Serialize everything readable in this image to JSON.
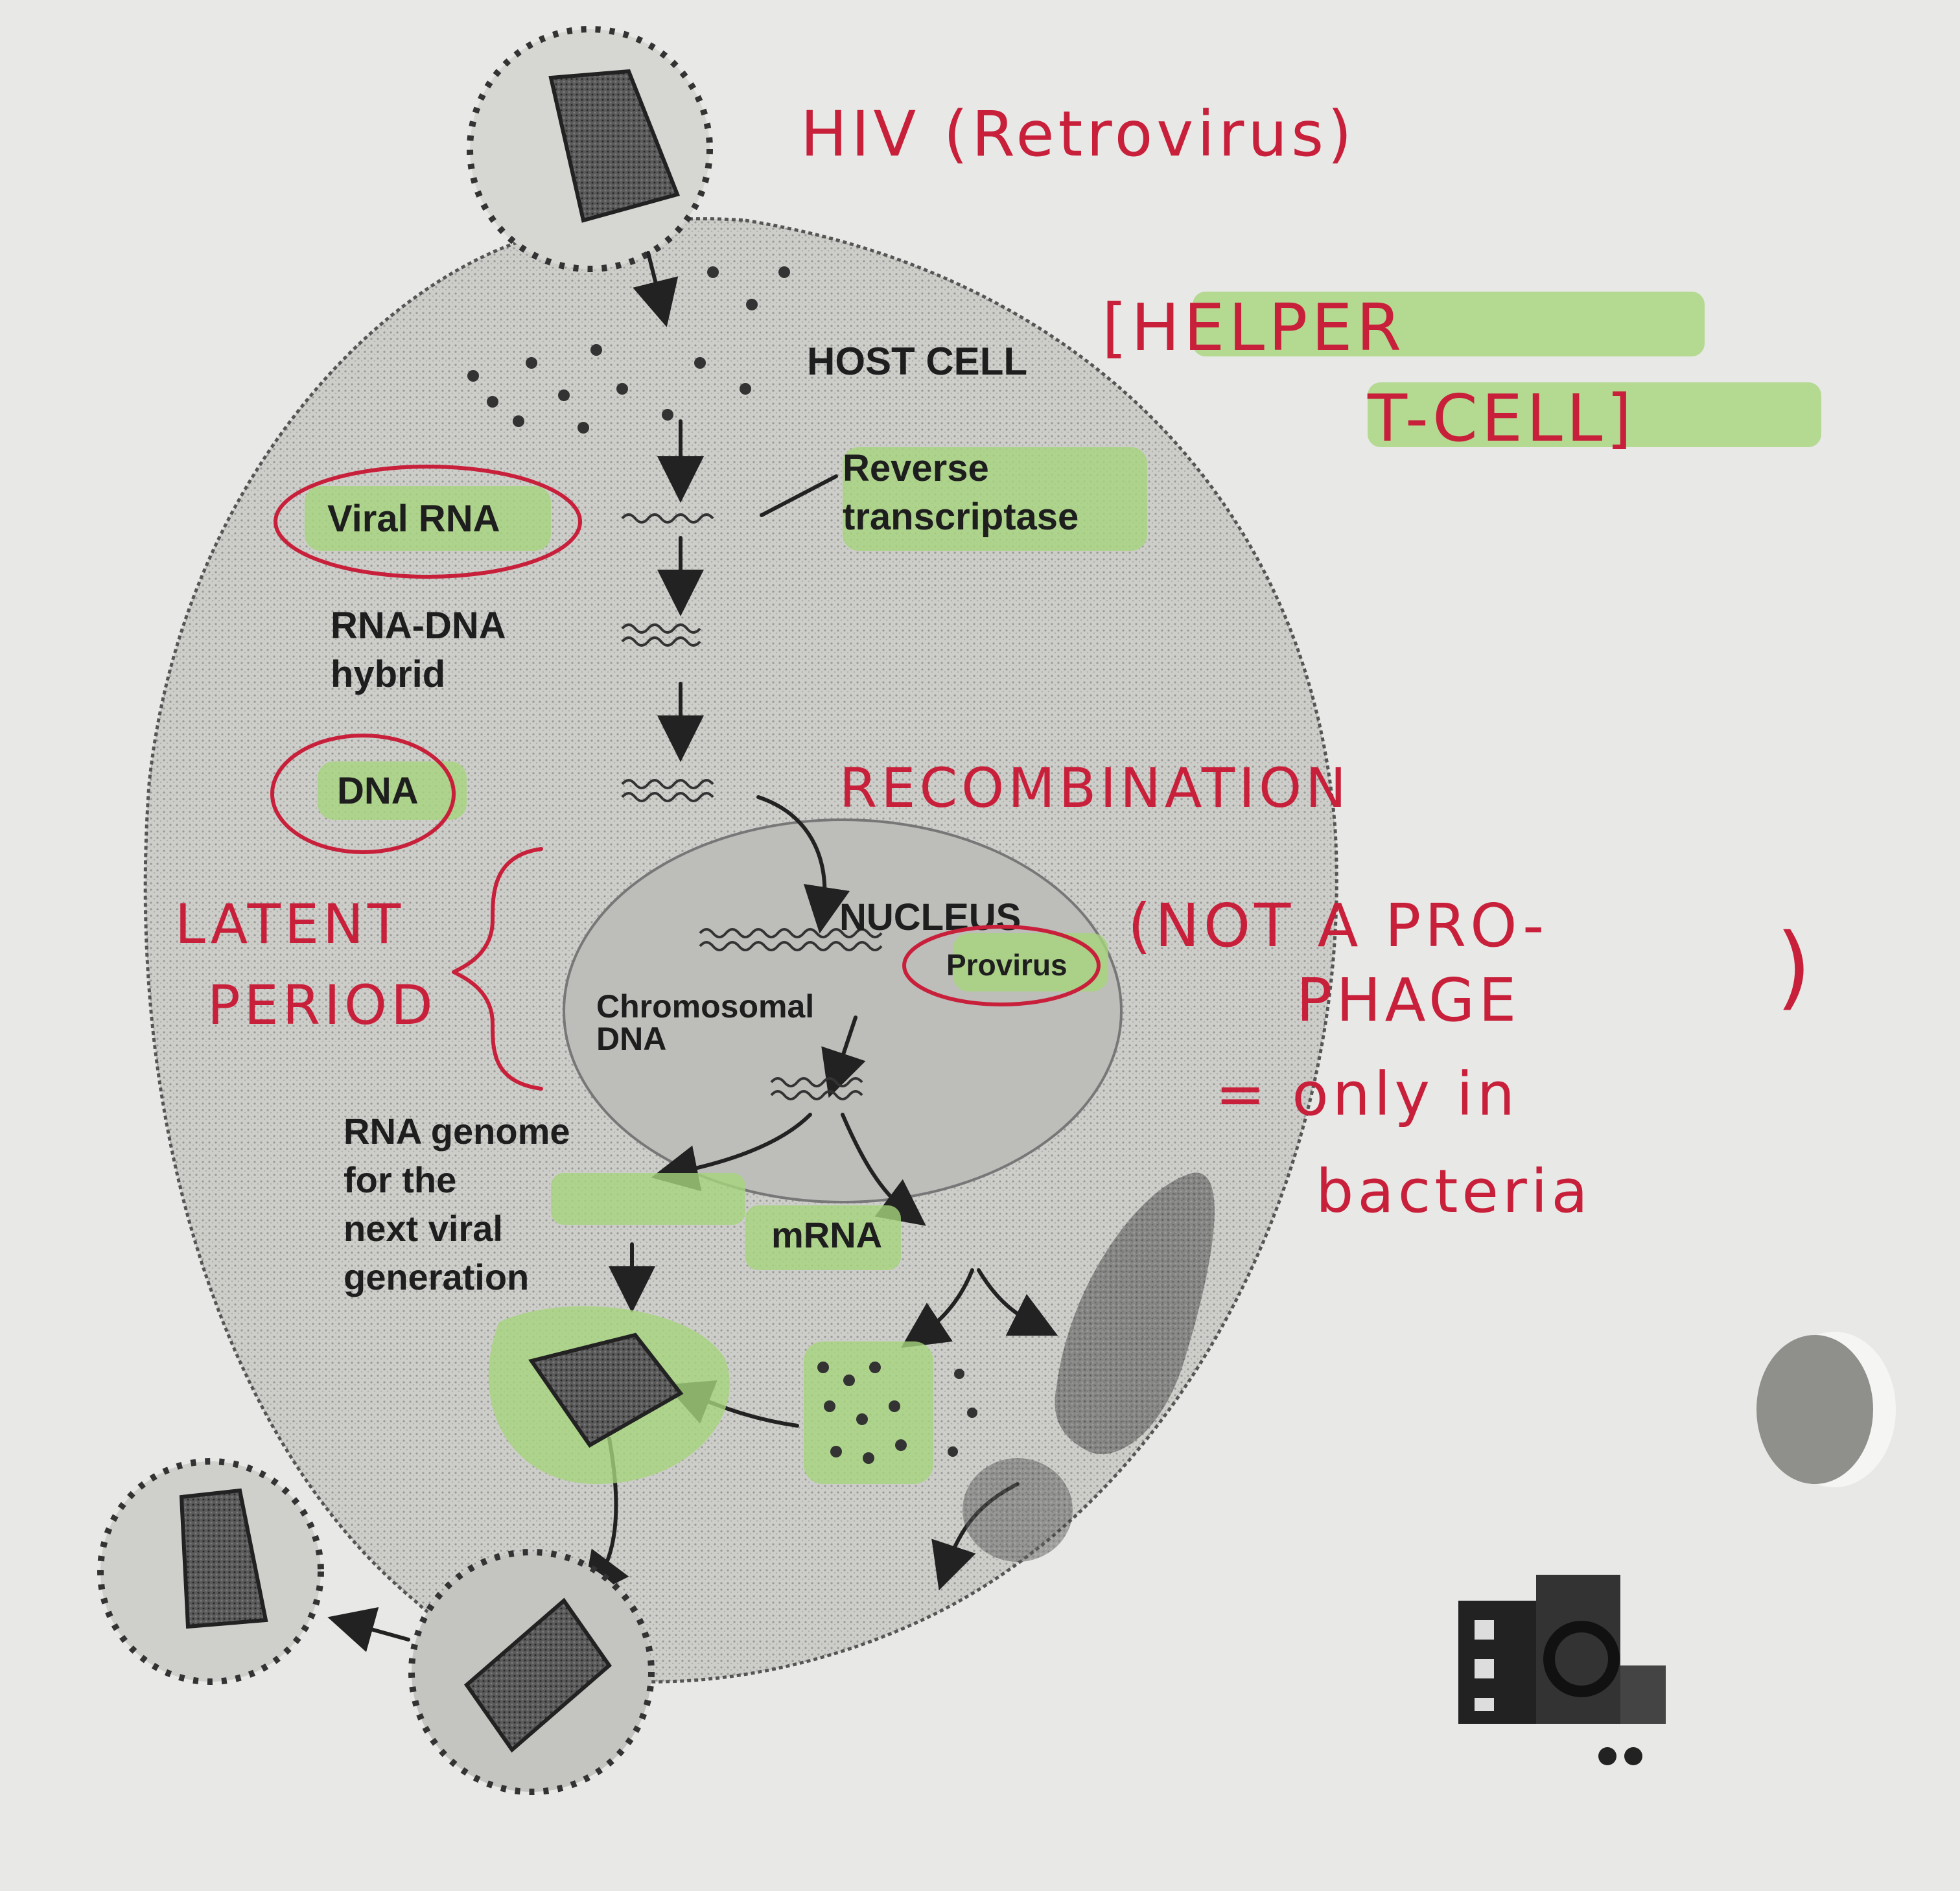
{
  "title": "HIV (Retrovirus)",
  "host_cell": {
    "label": "HOST CELL",
    "note_line1": "[HELPER",
    "note_line2": "T-CELL]"
  },
  "steps": {
    "viral_rna": "Viral RNA",
    "reverse_transcriptase_1": "Reverse",
    "reverse_transcriptase_2": "transcriptase",
    "hybrid_1": "RNA-DNA",
    "hybrid_2": "hybrid",
    "dna": "DNA",
    "recombination": "RECOMBINATION",
    "nucleus": "NUCLEUS",
    "provirus": "Provirus",
    "chromosomal_1": "Chromosomal",
    "chromosomal_2": "DNA",
    "genome_1": "RNA genome",
    "genome_2": "for the",
    "genome_3": "next viral",
    "genome_4": "generation",
    "mrna": "mRNA"
  },
  "annotations": {
    "latent_1": "LATENT",
    "latent_2": "PERIOD",
    "prophage_1": "(NOT A PRO-",
    "prophage_2": "PHAGE",
    "prophage_3": ")",
    "prophage_4": "= only in",
    "prophage_5": "bacteria"
  },
  "colors": {
    "highlight": "#a6d47c",
    "pen": "#c8203a",
    "paper": "#e8e8e6",
    "cell": "#cfcfcc"
  }
}
